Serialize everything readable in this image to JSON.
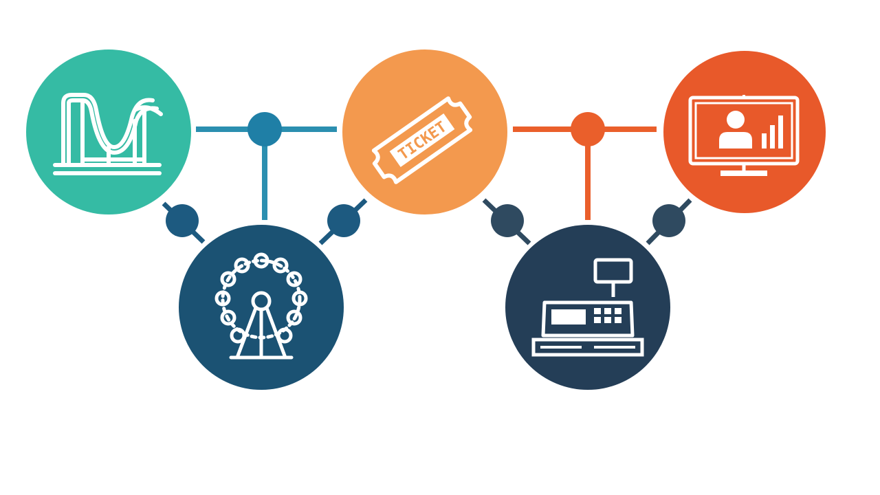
{
  "diagram": {
    "nodes": [
      {
        "id": "roller-coaster",
        "icon": "roller-coaster-icon",
        "color": "#35bba4"
      },
      {
        "id": "ferris-wheel",
        "icon": "ferris-wheel-icon",
        "color": "#1b5273"
      },
      {
        "id": "ticket",
        "icon": "ticket-icon",
        "color": "#f3994e"
      },
      {
        "id": "cash-register",
        "icon": "cash-register-icon",
        "color": "#243e57"
      },
      {
        "id": "analytics-monitor",
        "icon": "monitor-analytics-icon",
        "color": "#e8592a"
      }
    ],
    "connector_colors": {
      "teal_link": "#2b8fb0",
      "teal_joint": "#1f7fa6",
      "navy_joint": "#1d5a80",
      "orange_link": "#ea5f2b",
      "dark_joint": "#2f4a60"
    },
    "ticket_text": "TICKET"
  }
}
